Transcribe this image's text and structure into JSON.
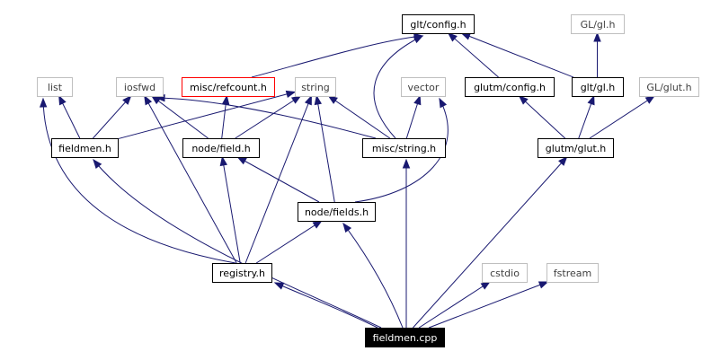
{
  "colors": {
    "edge": "#191970",
    "normal_border": "#000000",
    "system_border": "#bfbfbf",
    "system_text": "#404040",
    "missing_border": "#ff0000",
    "root_fill": "#000000",
    "root_text": "#ffffff"
  },
  "nodes": [
    {
      "id": "glt_config",
      "label": "glt/config.h",
      "kind": "normal"
    },
    {
      "id": "gl_gl",
      "label": "GL/gl.h",
      "kind": "system"
    },
    {
      "id": "list",
      "label": "list",
      "kind": "system"
    },
    {
      "id": "iosfwd",
      "label": "iosfwd",
      "kind": "system"
    },
    {
      "id": "misc_refcount",
      "label": "misc/refcount.h",
      "kind": "missing"
    },
    {
      "id": "string",
      "label": "string",
      "kind": "system"
    },
    {
      "id": "vector",
      "label": "vector",
      "kind": "system"
    },
    {
      "id": "glutm_config",
      "label": "glutm/config.h",
      "kind": "normal"
    },
    {
      "id": "glt_gl",
      "label": "glt/gl.h",
      "kind": "normal"
    },
    {
      "id": "gl_glut",
      "label": "GL/glut.h",
      "kind": "system"
    },
    {
      "id": "fieldmen_h",
      "label": "fieldmen.h",
      "kind": "normal"
    },
    {
      "id": "node_field",
      "label": "node/field.h",
      "kind": "normal"
    },
    {
      "id": "misc_string",
      "label": "misc/string.h",
      "kind": "normal"
    },
    {
      "id": "glutm_glut",
      "label": "glutm/glut.h",
      "kind": "normal"
    },
    {
      "id": "node_fields",
      "label": "node/fields.h",
      "kind": "normal"
    },
    {
      "id": "registry",
      "label": "registry.h",
      "kind": "normal"
    },
    {
      "id": "cstdio",
      "label": "cstdio",
      "kind": "system"
    },
    {
      "id": "fstream",
      "label": "fstream",
      "kind": "system"
    },
    {
      "id": "fieldmen_cpp",
      "label": "fieldmen.cpp",
      "kind": "root"
    }
  ],
  "edges": [
    {
      "from": "fieldmen_cpp",
      "to": "fieldmen_h"
    },
    {
      "from": "fieldmen_cpp",
      "to": "registry"
    },
    {
      "from": "fieldmen_cpp",
      "to": "node_fields"
    },
    {
      "from": "fieldmen_cpp",
      "to": "misc_string"
    },
    {
      "from": "fieldmen_cpp",
      "to": "glutm_glut"
    },
    {
      "from": "fieldmen_cpp",
      "to": "cstdio"
    },
    {
      "from": "fieldmen_cpp",
      "to": "fstream"
    },
    {
      "from": "registry",
      "to": "list"
    },
    {
      "from": "registry",
      "to": "iosfwd"
    },
    {
      "from": "registry",
      "to": "string"
    },
    {
      "from": "registry",
      "to": "node_field"
    },
    {
      "from": "registry",
      "to": "node_fields"
    },
    {
      "from": "node_fields",
      "to": "node_field"
    },
    {
      "from": "node_fields",
      "to": "string"
    },
    {
      "from": "node_fields",
      "to": "vector"
    },
    {
      "from": "node_field",
      "to": "iosfwd"
    },
    {
      "from": "node_field",
      "to": "misc_refcount"
    },
    {
      "from": "node_field",
      "to": "string"
    },
    {
      "from": "fieldmen_h",
      "to": "list"
    },
    {
      "from": "fieldmen_h",
      "to": "iosfwd"
    },
    {
      "from": "fieldmen_h",
      "to": "string"
    },
    {
      "from": "misc_string",
      "to": "iosfwd"
    },
    {
      "from": "misc_string",
      "to": "string"
    },
    {
      "from": "misc_string",
      "to": "vector"
    },
    {
      "from": "misc_string",
      "to": "glt_config"
    },
    {
      "from": "misc_refcount",
      "to": "glt_config"
    },
    {
      "from": "glutm_glut",
      "to": "glutm_config"
    },
    {
      "from": "glutm_glut",
      "to": "glt_gl"
    },
    {
      "from": "glutm_glut",
      "to": "gl_glut"
    },
    {
      "from": "glutm_config",
      "to": "glt_config"
    },
    {
      "from": "glt_gl",
      "to": "glt_config"
    },
    {
      "from": "glt_gl",
      "to": "gl_gl"
    }
  ]
}
